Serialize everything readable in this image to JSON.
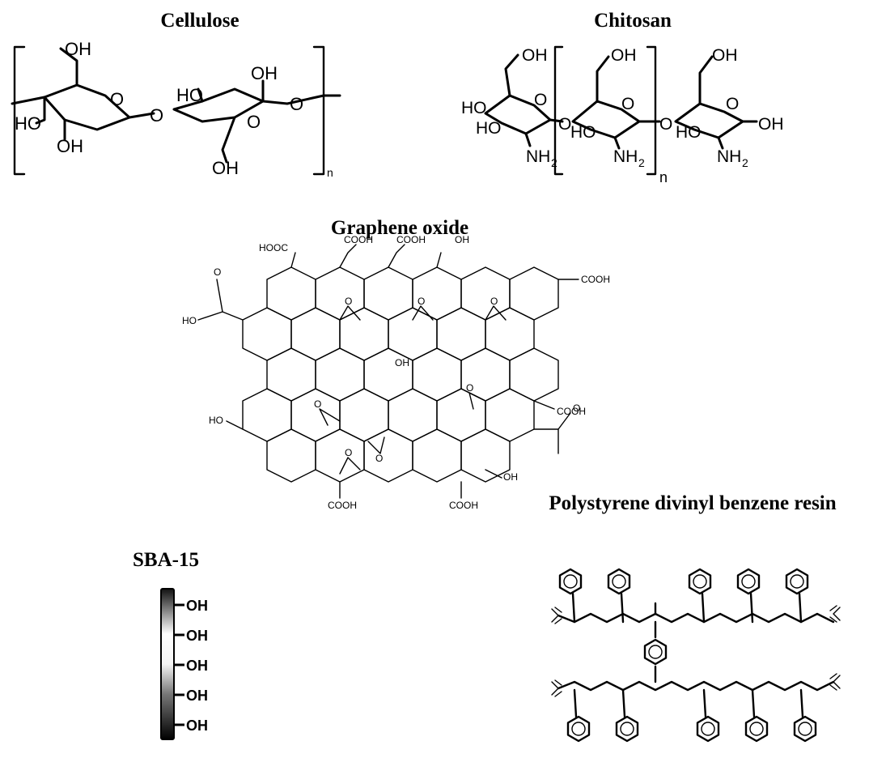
{
  "panels": {
    "cellulose": {
      "title": "Cellulose",
      "labels": {
        "oh_top": "OH",
        "o_ring1": "O",
        "ho_left": "HO",
        "oh_bottom1": "OH",
        "o_link": "O",
        "ho_ring2": "HO",
        "oh_top2": "OH",
        "o_ring2": "O",
        "o_right": "O",
        "oh_bottom2": "OH",
        "n": "n"
      }
    },
    "chitosan": {
      "title": "Chitosan",
      "labels": {
        "oh1": "OH",
        "ho1": "HO",
        "ho2": "HO",
        "o1": "O",
        "nh2_1": "NH",
        "sub1": "2",
        "o_link1": "O",
        "oh2": "OH",
        "ho3": "HO",
        "o2": "O",
        "nh2_2": "NH",
        "sub2": "2",
        "o_link2": "O",
        "oh3": "OH",
        "ho4": "HO",
        "o3": "O",
        "oh_end": "OH",
        "nh2_3": "NH",
        "sub3": "2",
        "n": "n"
      }
    },
    "graphene_oxide": {
      "title": "Graphene oxide",
      "labels": {
        "hooc_top": "HOOC",
        "cooh_1": "COOH",
        "cooh_2": "COOH",
        "oh_top": "OH",
        "cooh_right": "COOH",
        "o_carbonyl": "O",
        "ho_acid": "HO",
        "oh_mid": "OH",
        "cooh_mid_right": "COOH",
        "ho_left": "HO",
        "o_ketone": "O",
        "oh_bottom_right": "OH",
        "cooh_bottom1": "COOH",
        "cooh_bottom2": "COOH",
        "o_ep1": "O",
        "o_ep2": "O",
        "o_ep3": "O",
        "o_ep4": "O",
        "o_ep5": "O",
        "o_ep6": "O",
        "o_ep7": "O"
      }
    },
    "sba15": {
      "title": "SBA-15",
      "groups": [
        "OH",
        "OH",
        "OH",
        "OH",
        "OH"
      ]
    },
    "psdvb": {
      "title": "Polystyrene divinyl benzene resin"
    }
  }
}
